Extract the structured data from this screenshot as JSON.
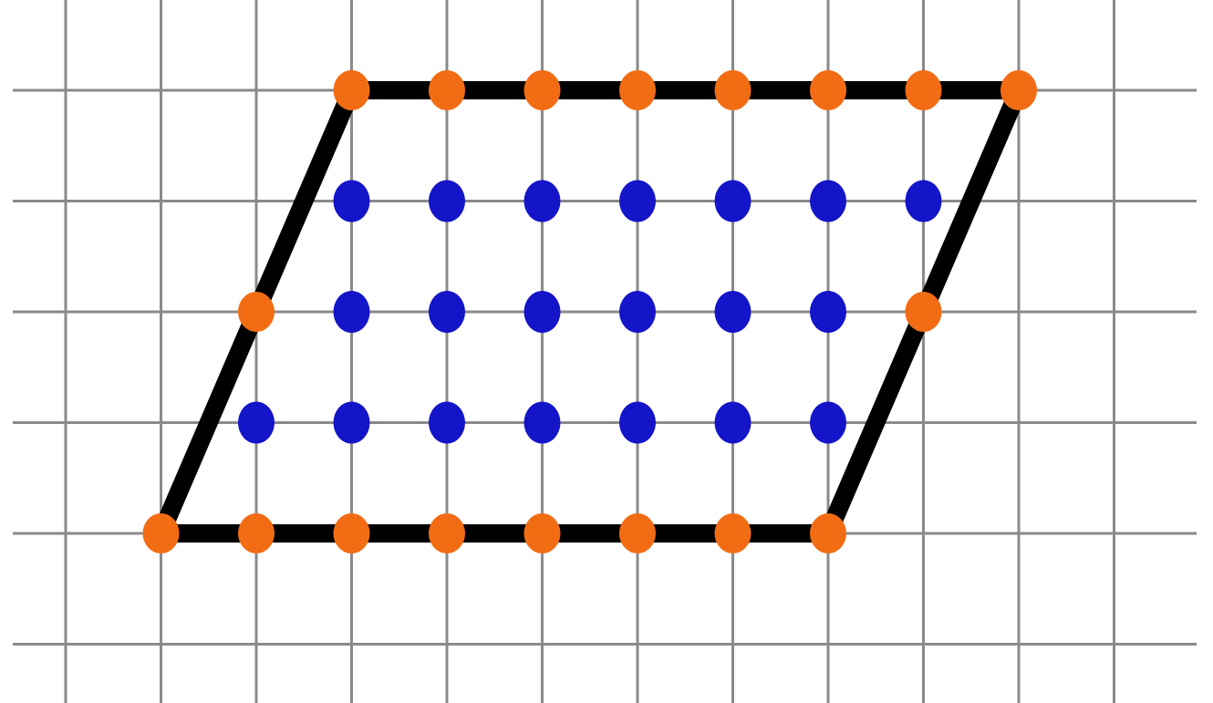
{
  "figure": {
    "type": "lattice-polygon",
    "grid": {
      "x_lines": [
        0,
        1,
        2,
        3,
        4,
        5,
        6,
        7,
        8,
        9,
        10,
        11
      ],
      "y_lines": [
        0,
        1,
        2,
        3,
        4,
        5
      ],
      "show": true
    },
    "polygon": {
      "shape": "parallelogram",
      "vertices": [
        [
          1,
          4
        ],
        [
          3,
          0
        ],
        [
          10,
          0
        ],
        [
          8,
          4
        ]
      ]
    },
    "boundary_points": [
      [
        3,
        0
      ],
      [
        4,
        0
      ],
      [
        5,
        0
      ],
      [
        6,
        0
      ],
      [
        7,
        0
      ],
      [
        8,
        0
      ],
      [
        9,
        0
      ],
      [
        10,
        0
      ],
      [
        9,
        2
      ],
      [
        8,
        4
      ],
      [
        7,
        4
      ],
      [
        6,
        4
      ],
      [
        5,
        4
      ],
      [
        4,
        4
      ],
      [
        3,
        4
      ],
      [
        2,
        4
      ],
      [
        1,
        4
      ],
      [
        2,
        2
      ]
    ],
    "interior_points": [
      [
        3,
        1
      ],
      [
        4,
        1
      ],
      [
        5,
        1
      ],
      [
        6,
        1
      ],
      [
        7,
        1
      ],
      [
        8,
        1
      ],
      [
        9,
        1
      ],
      [
        3,
        2
      ],
      [
        4,
        2
      ],
      [
        5,
        2
      ],
      [
        6,
        2
      ],
      [
        7,
        2
      ],
      [
        8,
        2
      ],
      [
        2,
        3
      ],
      [
        3,
        3
      ],
      [
        4,
        3
      ],
      [
        5,
        3
      ],
      [
        6,
        3
      ],
      [
        7,
        3
      ],
      [
        8,
        3
      ]
    ],
    "colors": {
      "background": "#ffffff",
      "grid": "#8a8a8a",
      "boundary_edge": "#000000",
      "boundary_point": "#f26c14",
      "interior_point": "#1414c8"
    }
  }
}
